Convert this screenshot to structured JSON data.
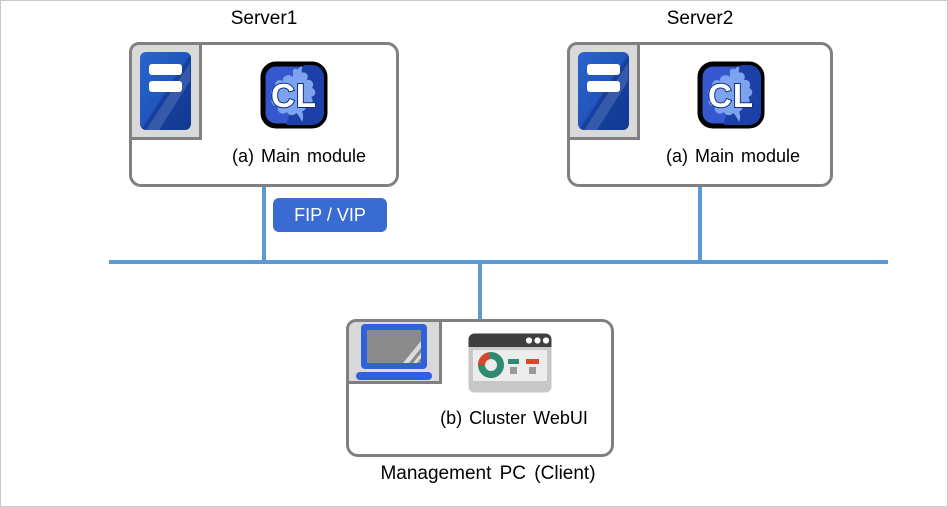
{
  "diagram": {
    "servers": [
      {
        "title": "Server1",
        "module_label": "(a) Main module"
      },
      {
        "title": "Server2",
        "module_label": "(a) Main module"
      }
    ],
    "badge": {
      "label": "FIP / VIP"
    },
    "management": {
      "module_label": "(b) Cluster WebUI",
      "caption": "Management PC (Client)"
    },
    "icons": {
      "server": "server-tower-icon",
      "cluster_app": "cl-app-icon",
      "cluster_app_text": "CL",
      "laptop": "laptop-icon",
      "webui": "browser-dashboard-icon"
    },
    "colors": {
      "network_line": "#5b9bd5",
      "badge_bg": "#3a6bd3",
      "box_border": "#808080",
      "tile_bg": "#d9d9d9",
      "server_blue": "#1c4cae",
      "cl_bg_light": "#3558cf",
      "cl_bg_dark": "#1d3fa8",
      "cl_splat": "#7da2f0",
      "laptop_blue": "#2f62d8",
      "browser_frame": "#c7c7c7",
      "browser_titlebar": "#3e3e3e",
      "donut_green": "#2e8b72",
      "donut_red": "#d9472b"
    }
  }
}
